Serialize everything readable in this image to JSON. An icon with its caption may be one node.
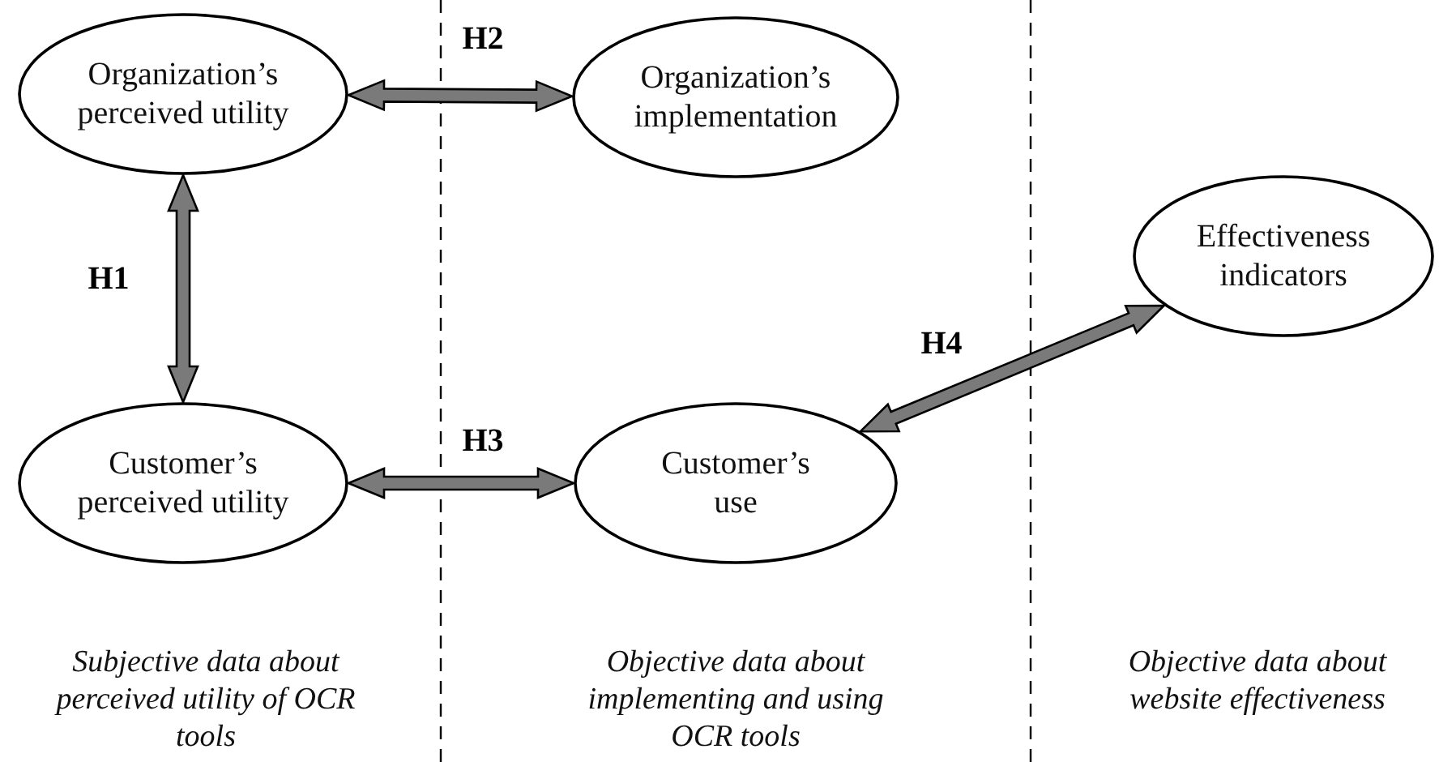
{
  "diagram": {
    "nodes": [
      {
        "text": [
          "Organization’s perceived utility"
        ]
      },
      {
        "text": [
          "Organization’s implementation"
        ]
      },
      {
        "text": [
          "Effectiveness indicators"
        ]
      },
      {
        "text": [
          "Customer’s perceived utility"
        ]
      },
      {
        "text": [
          "Customer’s use"
        ]
      }
    ],
    "edges": [
      {
        "from": 0,
        "to": 1,
        "arrow": "both",
        "label": "H2"
      },
      {
        "from": 0,
        "to": 3,
        "arrow": "both",
        "label": "H1"
      },
      {
        "from": 3,
        "to": 4,
        "arrow": "both",
        "label": "H3"
      },
      {
        "from": 4,
        "to": 2,
        "arrow": "both",
        "label": "H4"
      }
    ],
    "labels": [
      "Subjective data about perceived utility of OCR tools",
      "Objective data about implementing and using OCR tools",
      "Objective data about website effectiveness"
    ]
  }
}
